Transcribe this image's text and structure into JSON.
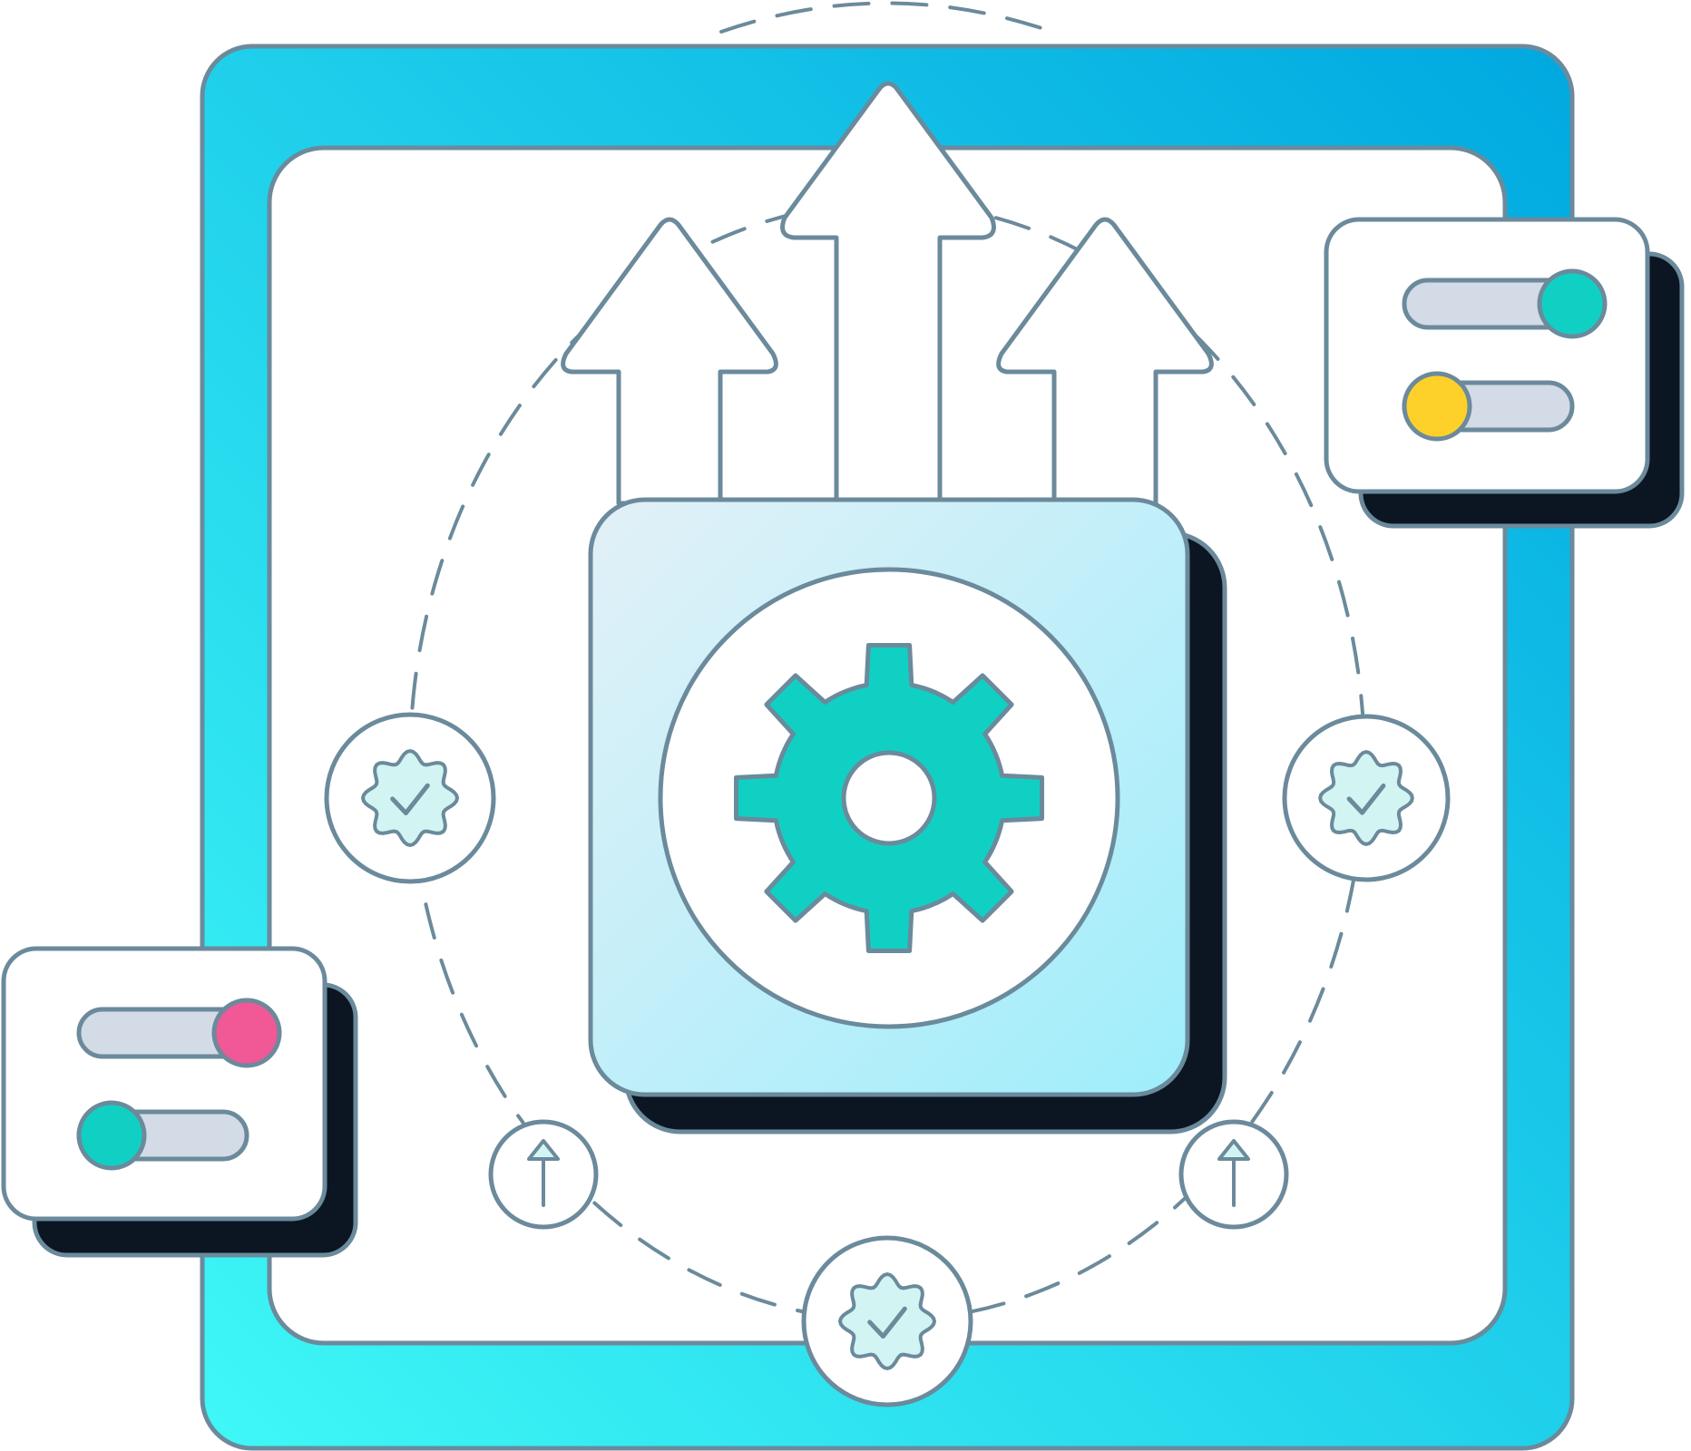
{
  "illustration": {
    "subject": "process-automation-settings",
    "colors": {
      "stroke": "#6b8a9c",
      "frame_gradient_start": "#3ff8f6",
      "frame_gradient_end": "#00a8e0",
      "inner_panel": "#ffffff",
      "gear_fill": "#10d0c4",
      "gear_panel_start": "#e3f0f7",
      "gear_panel_end": "#9eeefb",
      "shadow": "#0b1622",
      "badge_fill": "#d2f5f3",
      "toggle_track": "#d3dbe6"
    },
    "icons": {
      "center": "gear-icon",
      "arrows": "arrow-up-icon",
      "badges": "verified-badge-icon",
      "small_markers": "arrow-up-icon"
    },
    "toggle_panels": [
      {
        "toggles": [
          {
            "state": "on",
            "knob_color": "#10d0c4"
          },
          {
            "state": "off",
            "knob_color": "#fed02a"
          }
        ]
      },
      {
        "toggles": [
          {
            "state": "on",
            "knob_color": "#f05896"
          },
          {
            "state": "off",
            "knob_color": "#10d0c4"
          }
        ]
      }
    ]
  }
}
